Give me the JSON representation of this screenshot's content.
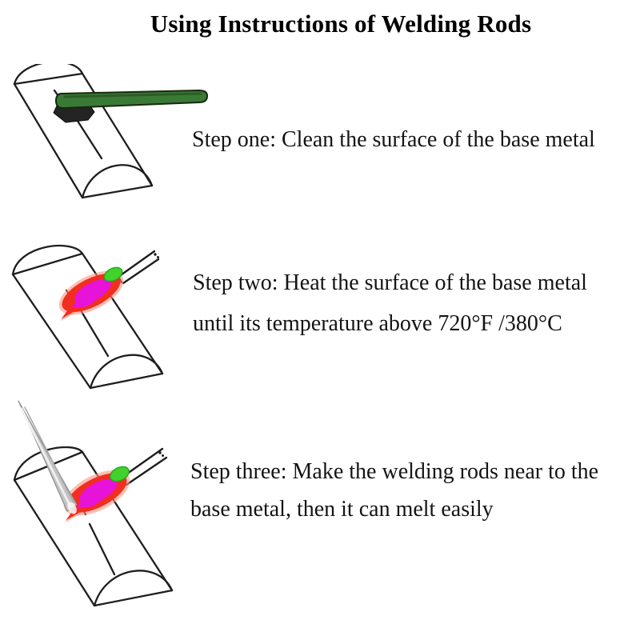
{
  "title": "Using Instructions of Welding Rods",
  "steps": [
    {
      "name": "step-one",
      "illustration": "base-metal-half-pipe-with-wire-brush",
      "lines": [
        "Step one: Clean the surface of the base metal"
      ]
    },
    {
      "name": "step-two",
      "illustration": "torch-flame-heating-base-metal",
      "lines": [
        "Step two: Heat the surface of the base metal",
        "until its temperature above 720°F /380°C"
      ]
    },
    {
      "name": "step-three",
      "illustration": "welding-rod-near-flame-on-base-metal",
      "lines": [
        "Step three: Make the welding rods near to the",
        "base metal, then it can melt easily"
      ]
    }
  ],
  "colors": {
    "background_white": "#ffffff",
    "text_black": "#141414",
    "line_black": "#1e1e1e",
    "brush_handle_green": "#3a7a36",
    "brush_handle_outline": "#16290f",
    "brush_handle_shade": "#1c3a14",
    "brush_bristles_black": "#242424",
    "flame_halo_red": "#ff9582",
    "flame_outer_red": "#f12f20",
    "flame_inner_magenta": "#e713d9",
    "flame_tip_green": "#41d22c",
    "flame_tip_green_dark": "#2aa51e",
    "welding_rod_gray": "#c3c3c3",
    "welding_rod_gray_dark": "#8f8f8f",
    "welding_rod_highlight": "#efefef",
    "welding_rod_streak": "#a8a8a8",
    "welding_rod_melt_tip": "#f7f7f7"
  }
}
